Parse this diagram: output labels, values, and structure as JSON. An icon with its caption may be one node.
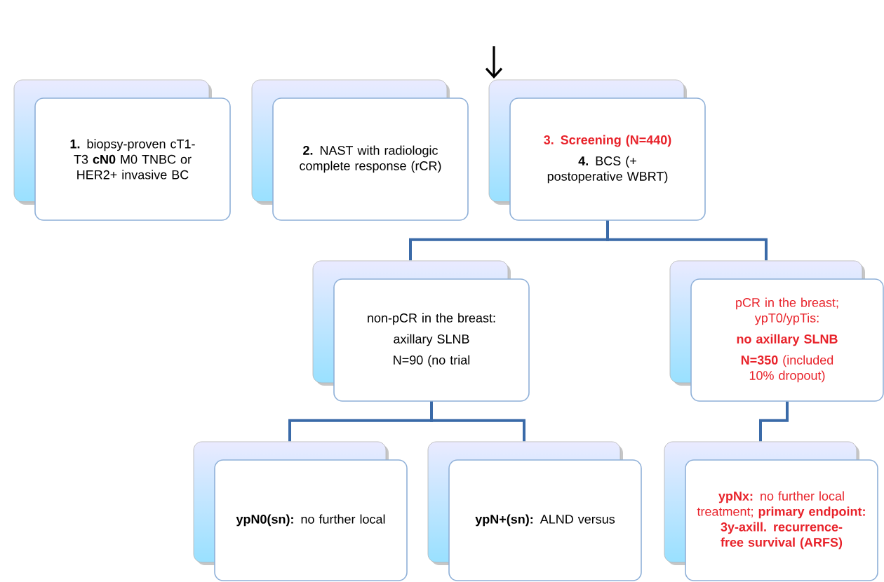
{
  "diagram": {
    "nodes": [
      {
        "text": [
          "**1.** biopsy-proven cT1-T3 **cN0** M0 TNBC or HER2+ invasive BC"
        ]
      },
      {
        "text": [
          "**2.** NAST with radiologic complete response (rCR)"
        ]
      },
      {
        "text": [
          "3. Screening (N=440)",
          "**4.** BCS (+ postoperative WBRT)"
        ]
      },
      {
        "text": [
          "non-pCR in the breast:",
          "axillary SLNB",
          "N=90 (no trial"
        ]
      },
      {
        "text": [
          "pCR in the breast; ypT0/ypTis:",
          "no axillary SLNB",
          "**N=350** (included 10% dropout)"
        ]
      },
      {
        "text": [
          "**ypN0(sn):** no further local"
        ]
      },
      {
        "text": [
          "**ypN+(sn):** ALND versus"
        ]
      },
      {
        "text": [
          "**ypNx:** no further local treatment; **primary endpoint: 3y-axill. recurrence-free survival (ARFS)**"
        ]
      }
    ],
    "edges": [
      {
        "from": 2,
        "to": 3,
        "arrow": "none"
      },
      {
        "from": 2,
        "to": 4,
        "arrow": "none"
      },
      {
        "from": 3,
        "to": 5,
        "arrow": "none"
      },
      {
        "from": 3,
        "to": 6,
        "arrow": "none"
      },
      {
        "from": 4,
        "to": 7,
        "arrow": "none"
      }
    ]
  }
}
